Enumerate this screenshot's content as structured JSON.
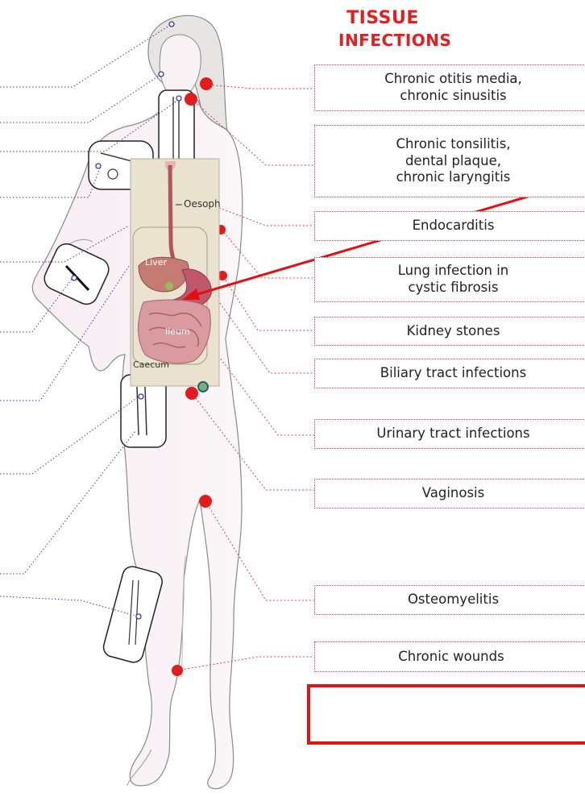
{
  "title": {
    "line1": "TISSUE",
    "line2": "INFECTIONS"
  },
  "infections": [
    {
      "label": "Chronic otitis media,\nchronic sinusitis"
    },
    {
      "label": "Chronic tonsilitis,\ndental plaque,\nchronic laryngitis"
    },
    {
      "label": "Endocarditis"
    },
    {
      "label": "Lung infection in\ncystic fibrosis"
    },
    {
      "label": "Kidney stones"
    },
    {
      "label": "Biliary tract infections"
    },
    {
      "label": "Urinary tract infections"
    },
    {
      "label": "Vaginosis"
    },
    {
      "label": "Osteomyelitis"
    },
    {
      "label": "Chronic wounds",
      "highlighted": true
    }
  ],
  "inset": {
    "labels": {
      "oesophagus": "Oesoph",
      "liver": "Liver",
      "ileum": "Ileum",
      "caecum": "Caecum"
    }
  },
  "colors": {
    "accent": "#e02020",
    "marker": "#e21c1c",
    "connector": "#d24545",
    "medical_device_line": "#3a3aa8"
  }
}
